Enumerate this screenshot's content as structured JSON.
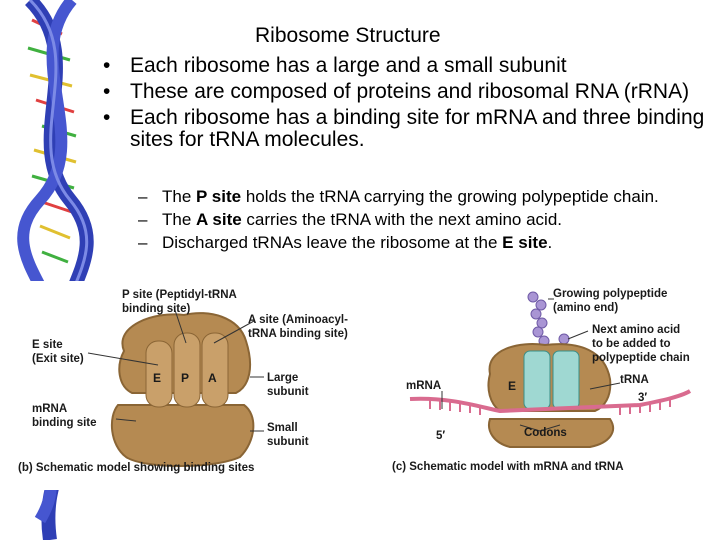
{
  "slide": {
    "title": "Ribosome Structure",
    "bullets": [
      "Each ribosome has a large and a small subunit",
      "These are composed of proteins and ribosomal RNA (rRNA)",
      "Each ribosome has a binding site for mRNA and three binding sites for tRNA molecules."
    ],
    "subbullets": [
      {
        "pre": "The ",
        "bold": "P site",
        "post": " holds the tRNA carrying the growing polypeptide chain."
      },
      {
        "pre": "The ",
        "bold": "A site",
        "post": " carries the tRNA with the next amino acid."
      },
      {
        "pre": "Discharged tRNAs leave the ribosome at the ",
        "bold": "E site",
        "post": "."
      }
    ]
  },
  "figure_b": {
    "p_site": [
      "P site (Peptidyl-tRNA",
      "binding site)"
    ],
    "a_site": [
      "A site (Aminoacyl-",
      "tRNA binding site)"
    ],
    "e_site": [
      "E site",
      "(Exit site)"
    ],
    "mrna_site": [
      "mRNA",
      "binding site"
    ],
    "large": [
      "Large",
      "subunit"
    ],
    "small": [
      "Small",
      "subunit"
    ],
    "slot_e": "E",
    "slot_p": "P",
    "slot_a": "A",
    "caption": "(b) Schematic model showing binding sites"
  },
  "figure_c": {
    "growing": [
      "Growing polypeptide",
      "(amino end)"
    ],
    "next_aa": [
      "Next amino acid",
      "to be added to",
      "polypeptide chain"
    ],
    "mrna": "mRNA",
    "trna": "tRNA",
    "e": "E",
    "three_prime": "3′",
    "five_prime": "5′",
    "codons": "Codons",
    "caption": "(c) Schematic model with mRNA and tRNA"
  },
  "colors": {
    "ribosome": "#b58a52",
    "ribosome_dark": "#8a6535",
    "trna": "#9fd8d2",
    "mrna": "#d96b8f",
    "peptide": "#a995d4",
    "helix_blue": "#2f3fb5"
  }
}
